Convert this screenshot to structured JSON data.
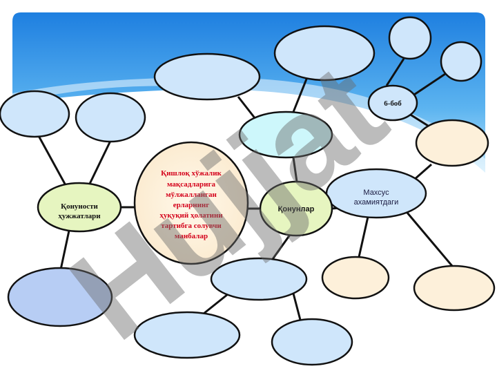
{
  "colors": {
    "sky_top": "#1e7fe0",
    "sky_bottom": "#8fd0f5",
    "node_blue": "#cfe6fb",
    "node_cream": "#fdf0da",
    "node_green": "#e6f5c0",
    "node_cyan": "#cdf7fb",
    "node_deep_blue": "#b7cdf4",
    "center_text": "#d4001a"
  },
  "watermark": "Hujjat",
  "center": {
    "lines": [
      "Қишлоқ хўжалик",
      "мақсадларига",
      "мўлжалланган",
      "ерларнинг",
      "ҳуқуқий ҳолатини",
      "тартибга солувчи",
      "манбалар"
    ]
  },
  "left_node": {
    "lines": [
      "Қонуности",
      "ҳужжатлари"
    ]
  },
  "right_node": {
    "label": "Қонунлар"
  },
  "chapter_node": {
    "label": "6-боб"
  },
  "special_node": {
    "lines": [
      "Махсус",
      "ахамиятдаги"
    ]
  }
}
